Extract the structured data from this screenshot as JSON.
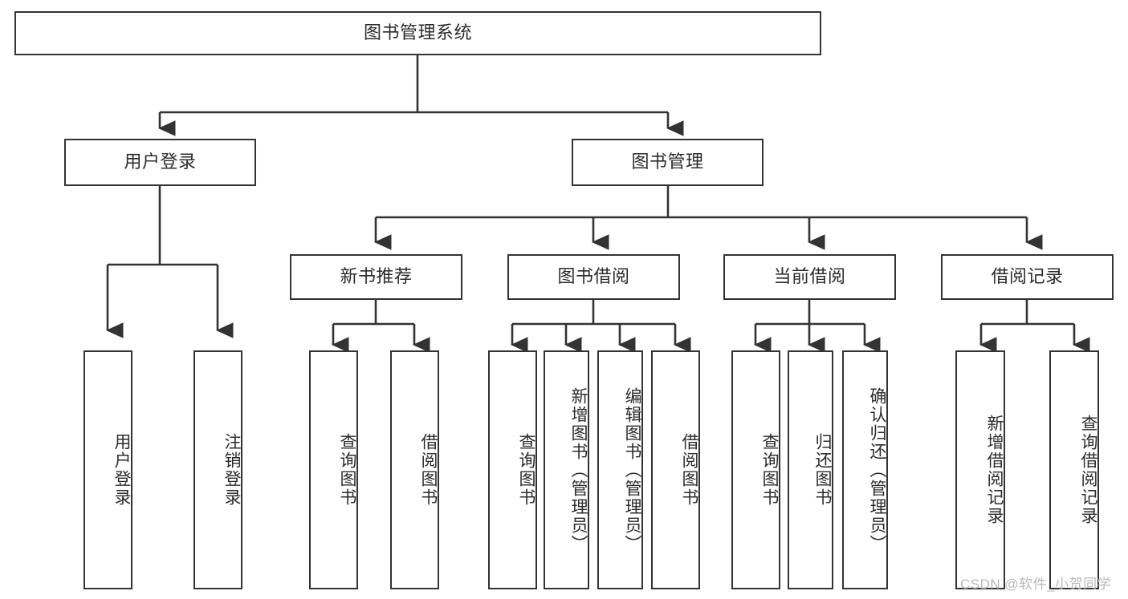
{
  "diagram": {
    "type": "hierarchy-tree",
    "title": "图书管理系统",
    "levels": 4,
    "root": {
      "id": "root",
      "label": "图书管理系统",
      "orientation": "horizontal"
    },
    "level2": [
      {
        "id": "user-login",
        "label": "用户登录",
        "orientation": "horizontal"
      },
      {
        "id": "book-management",
        "label": "图书管理",
        "orientation": "horizontal"
      }
    ],
    "level3": [
      {
        "id": "new-book-recommend",
        "label": "新书推荐",
        "orientation": "horizontal",
        "parent": "book-management"
      },
      {
        "id": "book-borrow",
        "label": "图书借阅",
        "orientation": "horizontal",
        "parent": "book-management"
      },
      {
        "id": "current-borrow",
        "label": "当前借阅",
        "orientation": "horizontal",
        "parent": "book-management"
      },
      {
        "id": "borrow-record",
        "label": "借阅记录",
        "orientation": "horizontal",
        "parent": "book-management"
      }
    ],
    "leaves": [
      {
        "id": "leaf-user-login",
        "label": "用户登录",
        "parent": "user-login",
        "orientation": "vertical"
      },
      {
        "id": "leaf-user-logout",
        "label": "注销登录",
        "parent": "user-login",
        "orientation": "vertical"
      },
      {
        "id": "leaf-query-book-1",
        "label": "查询图书",
        "parent": "new-book-recommend",
        "orientation": "vertical"
      },
      {
        "id": "leaf-borrow-book-1",
        "label": "借阅图书",
        "parent": "new-book-recommend",
        "orientation": "vertical"
      },
      {
        "id": "leaf-query-book-2",
        "label": "查询图书",
        "parent": "book-borrow",
        "orientation": "vertical"
      },
      {
        "id": "leaf-add-book",
        "label": "新增图书（管理员）",
        "parent": "book-borrow",
        "orientation": "vertical"
      },
      {
        "id": "leaf-edit-book",
        "label": "编辑图书（管理员）",
        "parent": "book-borrow",
        "orientation": "vertical"
      },
      {
        "id": "leaf-borrow-book-2",
        "label": "借阅图书",
        "parent": "book-borrow",
        "orientation": "vertical"
      },
      {
        "id": "leaf-query-book-3",
        "label": "查询图书",
        "parent": "current-borrow",
        "orientation": "vertical"
      },
      {
        "id": "leaf-return-book",
        "label": "归还图书",
        "parent": "current-borrow",
        "orientation": "vertical"
      },
      {
        "id": "leaf-confirm-return",
        "label": "确认归还（管理员）",
        "parent": "current-borrow",
        "orientation": "vertical"
      },
      {
        "id": "leaf-add-record",
        "label": "新增借阅记录",
        "parent": "borrow-record",
        "orientation": "vertical"
      },
      {
        "id": "leaf-query-record",
        "label": "查询借阅记录",
        "parent": "borrow-record",
        "orientation": "vertical"
      }
    ]
  },
  "watermark": {
    "text": "CSDN @软件_小贺同学"
  },
  "colors": {
    "box_border": "#333333",
    "box_fill": "#ffffff",
    "text": "#2b2b2b",
    "connector": "#333333",
    "watermark": "#b9b9b9",
    "background": "#ffffff"
  }
}
